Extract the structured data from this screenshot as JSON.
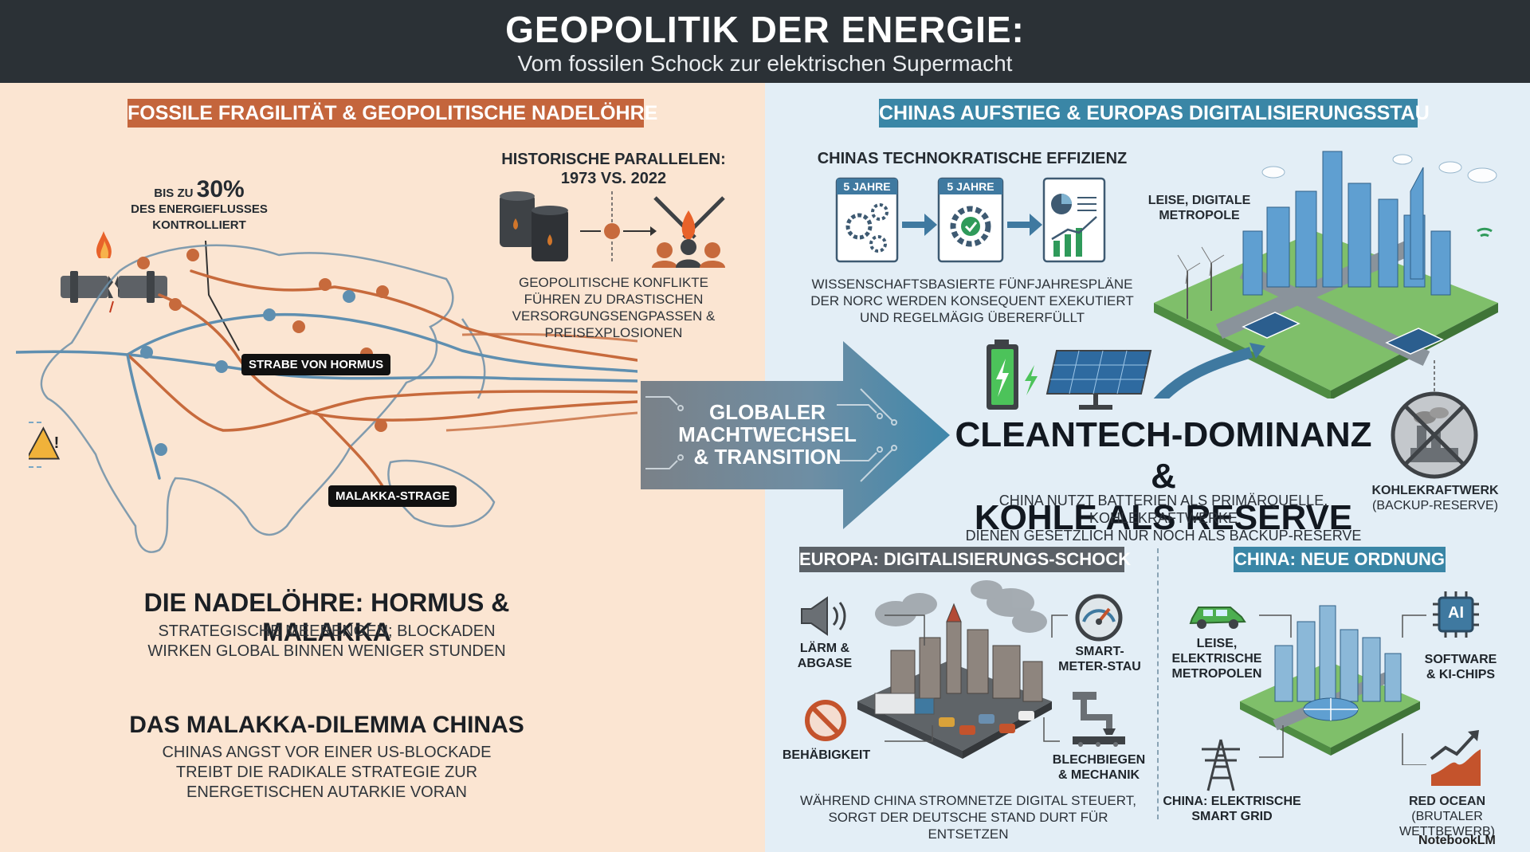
{
  "header": {
    "title": "GEOPOLITIK DER ENERGIE:",
    "subtitle": "Vom fossilen Schock zur elektrischen Supermacht"
  },
  "left": {
    "banner": "FOSSILE FRAGILITÄT & GEOPOLITISCHE NADELÖHRE",
    "stat_prefix": "BIS ZU",
    "stat_value": "30%",
    "stat_line2": "DES ENERGIEFLUSSES",
    "stat_line3": "KONTROLLIERT",
    "parallels_title_1": "HISTORISCHE PARALLELEN:",
    "parallels_title_2": "1973 VS. 2022",
    "parallels_text": [
      "GEOPOLITISCHE KONFLIKTE",
      "FÜHREN ZU DRASTISCHEN",
      "VERSORGUNGSENGPASSEN &",
      "PREISEXPLOSIONEN"
    ],
    "tag_hormus": "STRABE VON HORMUS",
    "tag_malakka": "MALAKKA-STRAGE",
    "headline_1": "DIE NADELÖHRE: HORMUS & MALAKKA",
    "headline_1_sub": [
      "STRATEGISCHE MEERENGEN; BLOCKADEN",
      "WIRKEN GLOBAL BINNEN WENIGER STUNDEN"
    ],
    "headline_2": "DAS MALAKKA-DILEMMA CHINAS",
    "headline_2_sub": [
      "CHINAS ANGST VOR EINER US-BLOCKADE",
      "TREIBT DIE RADIKALE STRATEGIE ZUR",
      "ENERGETISCHEN AUTARKIE VORAN"
    ]
  },
  "center": {
    "arrow_text": [
      "GLOBALER",
      "MACHTWECHSEL",
      "& TRANSITION"
    ]
  },
  "right": {
    "banner": "CHINAS AUFSTIEG & EUROPAS DIGITALISIERUNGSSTAU",
    "effizienz_title": "CHINAS TECHNOKRATISCHE EFFIZIENZ",
    "plan_label_1": "5 JAHRE",
    "plan_label_2": "5 JAHRE",
    "effizienz_text": [
      "WISSENSCHAFTSBASIERTE FÜNFJAHRESPLÄNE",
      "DER NORC WERDEN KONSEQUENT EXEKUTIERT",
      "UND REGELMÄGIG ÜBERERFÜLLT"
    ],
    "metropole_label": [
      "LEISE, DIGITALE",
      "METROPOLE"
    ],
    "cleantech_title": [
      "CLEANTECH-DOMINANZ &",
      "KOHLE ALS RESERVE"
    ],
    "cleantech_sub": [
      "CHINA NUTZT BATTERIEN ALS PRIMÄRQUELLE, KOHLEKRAFTWERKE",
      "DIENEN GESETZLICH NUR NOCH ALS BACKUP-RESERVE"
    ],
    "kohle_label": "KOHLEKRAFTWERK",
    "kohle_sub": "(BACKUP-RESERVE)"
  },
  "europe": {
    "pill": "EUROPA: DIGITALISIERUNGS-SCHOCK",
    "laerm": [
      "LÄRM &",
      "ABGASE"
    ],
    "behaebigkeit": "BEHÄBIGKEIT",
    "smartmeter": [
      "SMART-",
      "METER-STAU"
    ],
    "blechbiegen": [
      "BLECHBIEGEN",
      "& MECHANIK"
    ],
    "caption": [
      "WÄHREND CHINA STROMNETZE DIGITAL STEUERT,",
      "SORGT DER DEUTSCHE STAND DURT FÜR ENTSETZEN"
    ]
  },
  "china": {
    "pill": "CHINA: NEUE ORDNUNG",
    "metropolen": [
      "LEISE,",
      "ELEKTRISCHE",
      "METROPOLEN"
    ],
    "software": [
      "SOFTWARE",
      "& KI-CHIPS"
    ],
    "ai_chip": "AI",
    "smartgrid": [
      "CHINA: ELEKTRISCHE",
      "SMART GRID"
    ],
    "redocean": "RED OCEAN",
    "redocean_sub": "(BRUTALER WETTBEWERB)"
  },
  "footer": {
    "brand": "NotebookLM"
  },
  "colors": {
    "header_bg": "#2b3136",
    "left_bg": "#fbe5d2",
    "right_bg": "#e3eef6",
    "rust": "#c4653c",
    "teal": "#3a86a6",
    "slate": "#5b6167"
  }
}
